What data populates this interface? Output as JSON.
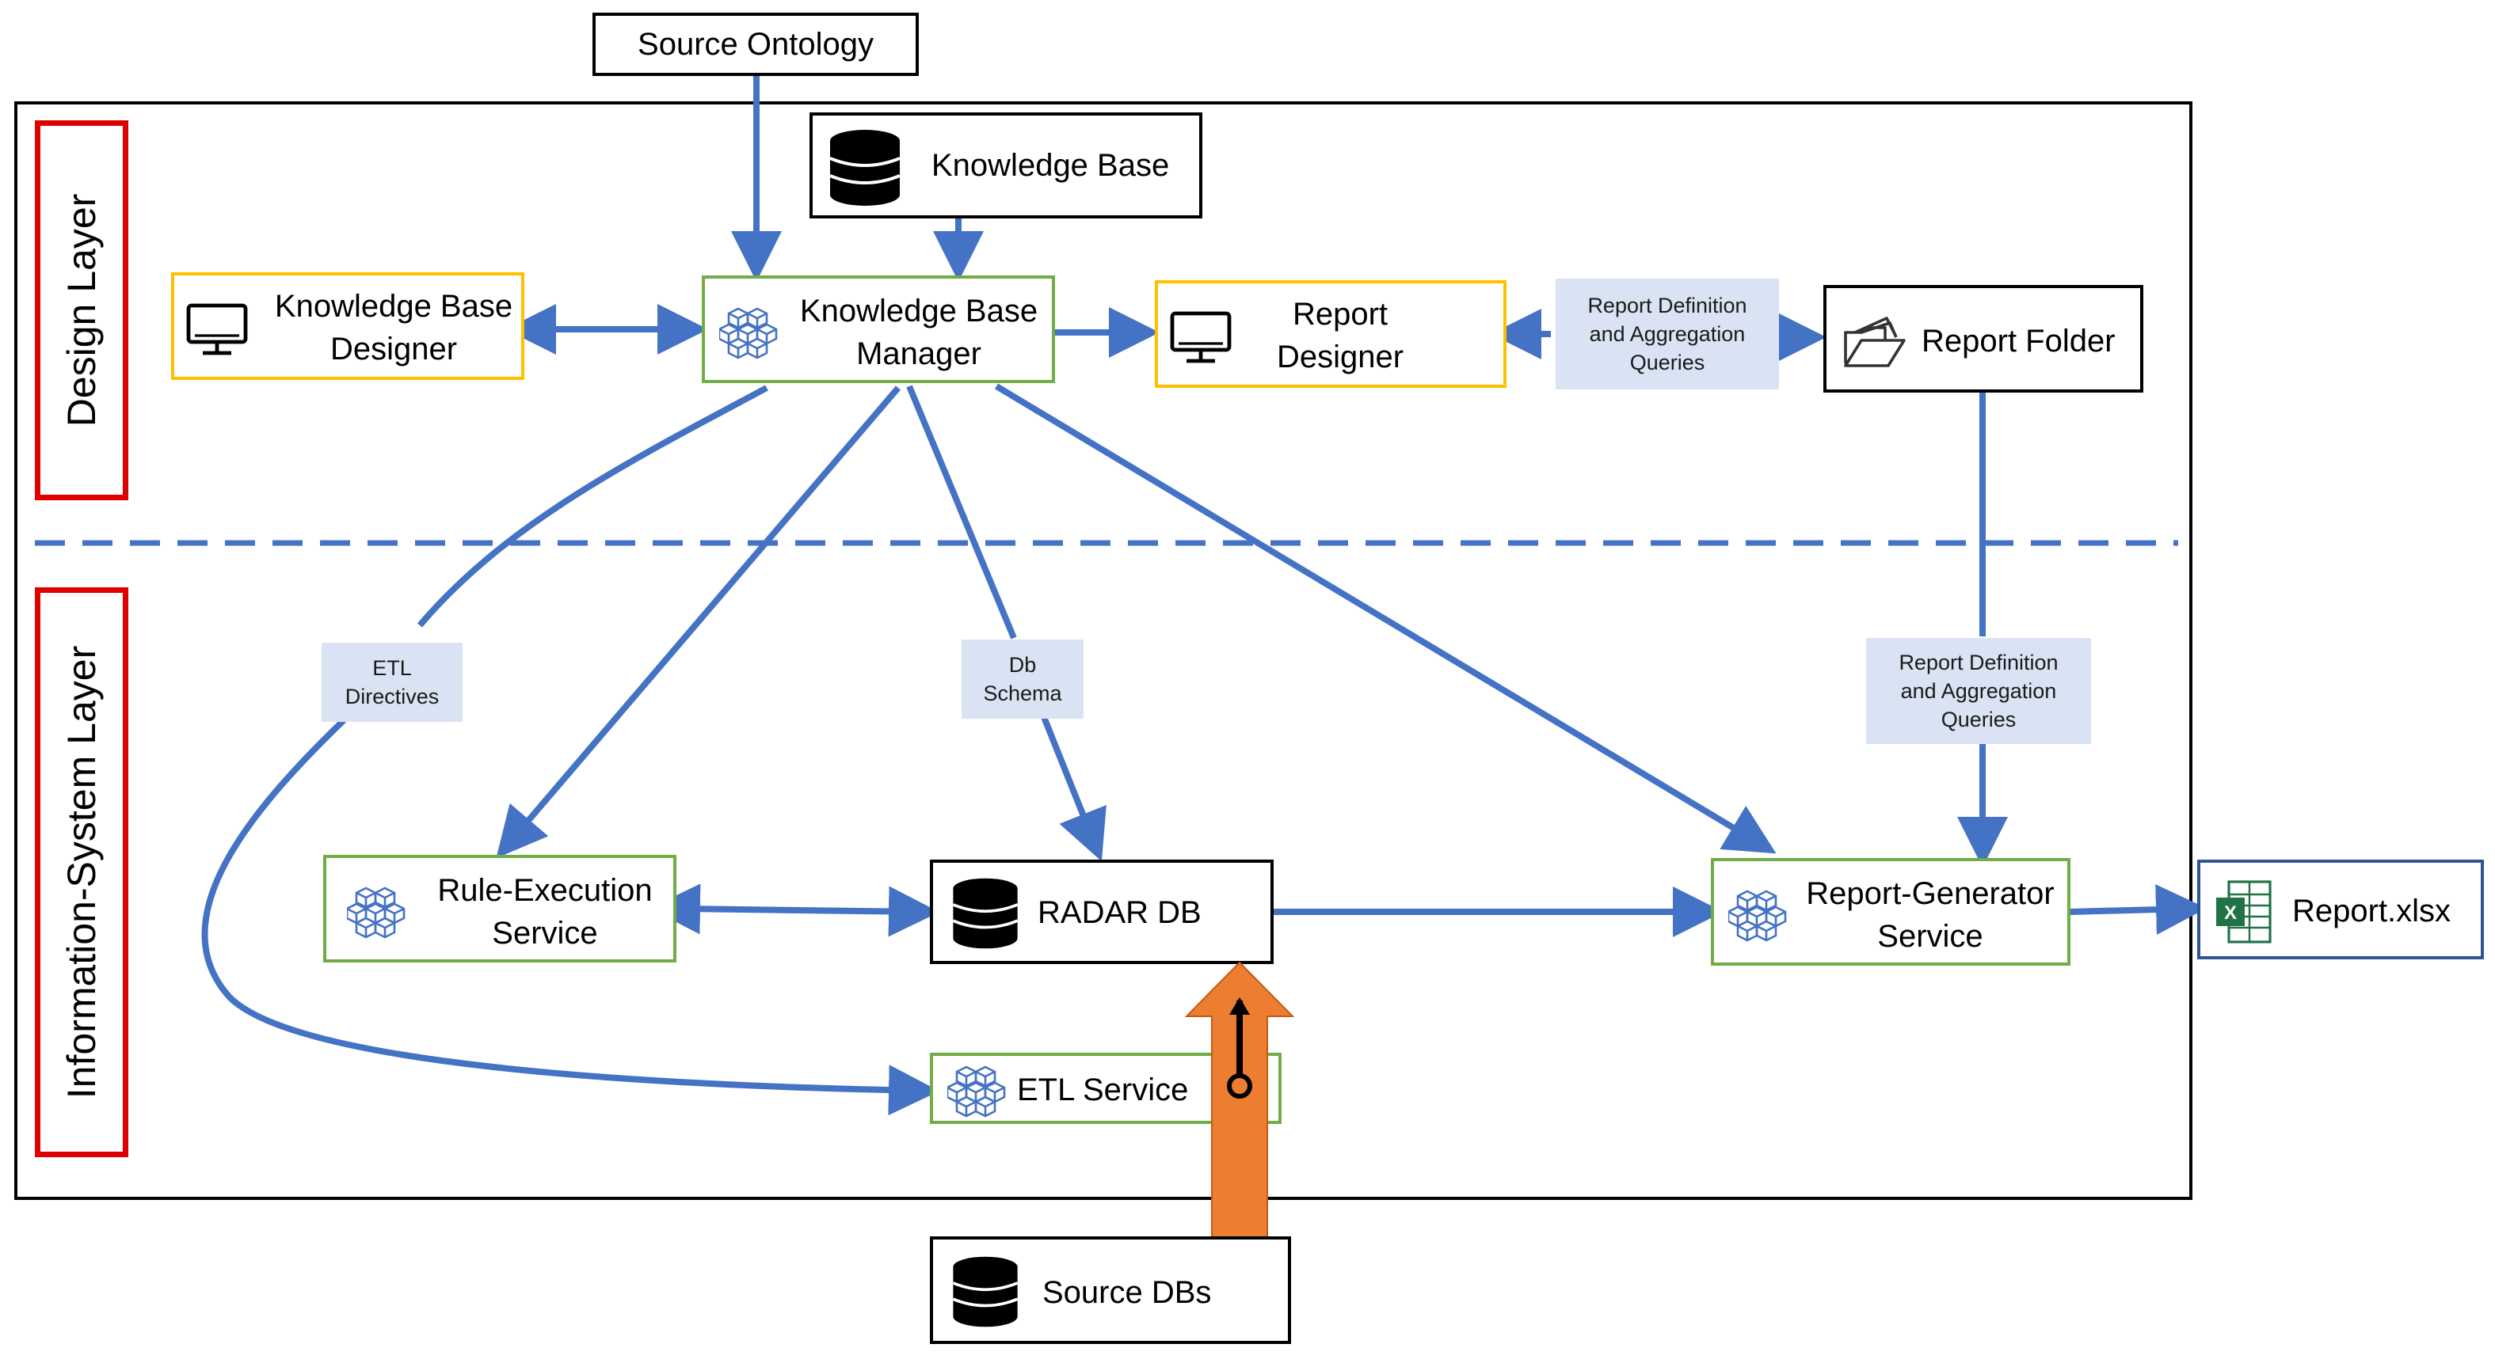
{
  "layers": {
    "design": "Design Layer",
    "information_system": "Information-System Layer"
  },
  "nodes": {
    "source_ontology": "Source Ontology",
    "knowledge_base": "Knowledge Base",
    "kb_designer": "Knowledge Base\nDesigner",
    "kb_manager": "Knowledge Base\nManager",
    "report_designer": "Report\nDesigner",
    "report_folder": "Report Folder",
    "rule_execution": "Rule-Execution\nService",
    "radar_db": "RADAR DB",
    "report_generator": "Report-Generator\nService",
    "report_xlsx": "Report.xlsx",
    "etl_service": "ETL Service",
    "source_dbs": "Source DBs"
  },
  "edge_labels": {
    "report_def_top": "Report Definition\nand Aggregation\nQueries",
    "report_def_right": "Report Definition\nand Aggregation\nQueries",
    "etl_directives": "ETL\nDirectives",
    "db_schema": "Db\nSchema"
  },
  "icons": {
    "monitor": "monitor-icon",
    "database": "database-icon",
    "cubes": "cubes-icon",
    "folder": "folder-icon",
    "excel": "excel-icon"
  },
  "colors": {
    "arrow": "#4472c4",
    "green_border": "#70ad47",
    "yellow_border": "#ffc000",
    "layer_tab": "#e00000",
    "big_arrow": "#ed7d31",
    "label_bg": "#dae3f3",
    "excel_green": "#217346"
  }
}
